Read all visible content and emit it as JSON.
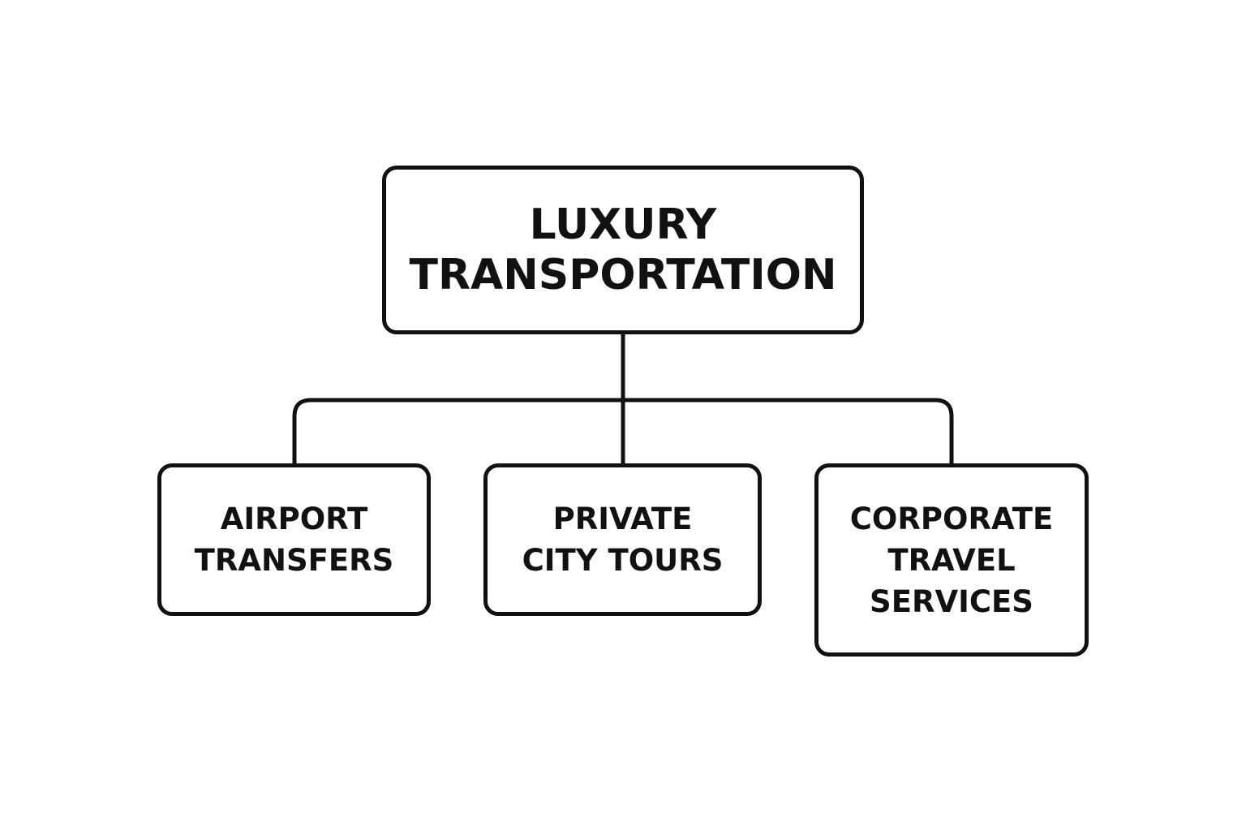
{
  "diagram": {
    "root": {
      "label": "LUXURY\nTRANSPORTATION"
    },
    "children": [
      {
        "label": "AIRPORT\nTRANSFERS"
      },
      {
        "label": "PRIVATE\nCITY TOURS"
      },
      {
        "label": "CORPORATE\nTRAVEL\nSERVICES"
      }
    ]
  },
  "colors": {
    "stroke": "#111111",
    "background": "#ffffff",
    "text": "#111111"
  }
}
